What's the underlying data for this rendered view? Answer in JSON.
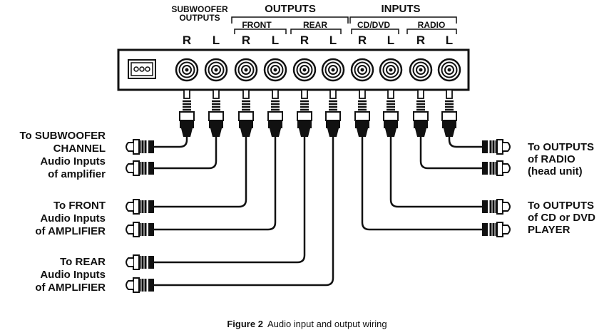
{
  "header": {
    "subwoofer_line1": "SUBWOOFER",
    "subwoofer_line2": "OUTPUTS",
    "outputs": "OUTPUTS",
    "front": "FRONT",
    "rear": "REAR",
    "inputs": "INPUTS",
    "cd_dvd": "CD/DVD",
    "radio": "RADIO"
  },
  "jacks": [
    "R",
    "L",
    "R",
    "L",
    "R",
    "L",
    "R",
    "L",
    "R",
    "L"
  ],
  "left_labels": {
    "subwoofer": [
      "To SUBWOOFER",
      "CHANNEL",
      "Audio Inputs",
      "of amplifier"
    ],
    "front": [
      "To FRONT",
      "Audio Inputs",
      "of AMPLIFIER"
    ],
    "rear": [
      "To REAR",
      "Audio Inputs",
      "of AMPLIFIER"
    ]
  },
  "right_labels": {
    "radio": [
      "To OUTPUTS",
      "of RADIO",
      "(head unit)"
    ],
    "cd": [
      "To OUTPUTS",
      "of CD or DVD",
      "PLAYER"
    ]
  },
  "caption": {
    "figure": "Figure 2",
    "text": "Audio input and output wiring"
  }
}
